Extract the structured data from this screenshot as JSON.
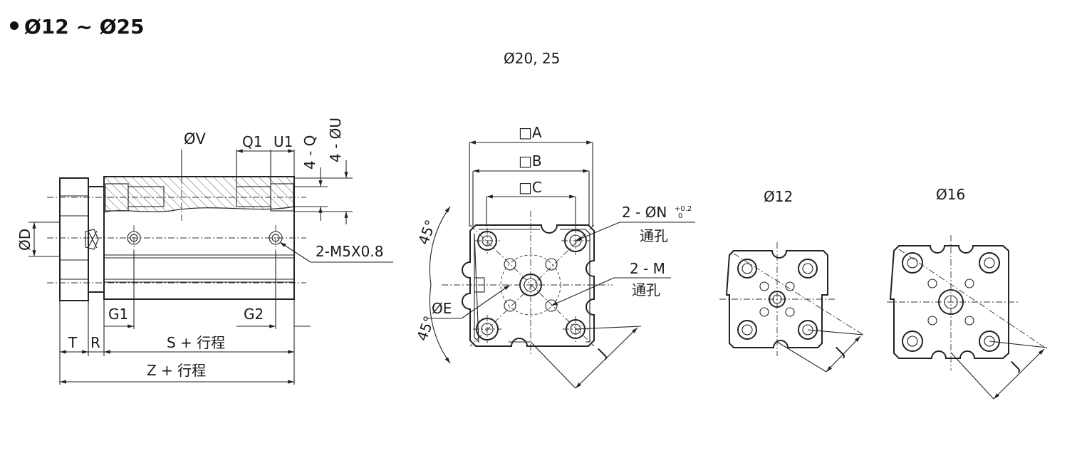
{
  "header": {
    "series_title": "Ø12 ~ Ø25"
  },
  "side_view": {
    "labels": {
      "v": "ØV",
      "q1": "Q1",
      "u1": "U1",
      "q": "4 - Q",
      "u": "4 - ØU",
      "d": "ØD",
      "port": "2-M5X0.8",
      "g1": "G1",
      "g2": "G2",
      "t": "T",
      "r": "R",
      "s": "S + 行程",
      "z": "Z + 行程"
    }
  },
  "front_view": {
    "caption": "Ø20, 25",
    "labels": {
      "a": "□A",
      "b": "□B",
      "c": "□C",
      "n_main": "2 - ØN",
      "n_tol_upper": "+0.2",
      "n_tol_lower": "0",
      "n_note": "通孔",
      "m_main": "2 - M",
      "m_note": "通孔",
      "e": "ØE",
      "angle_top": "45°",
      "angle_bottom": "45°",
      "j": "J"
    }
  },
  "view_12": {
    "caption": "Ø12",
    "j": "J"
  },
  "view_16": {
    "caption": "Ø16",
    "j": "J"
  }
}
